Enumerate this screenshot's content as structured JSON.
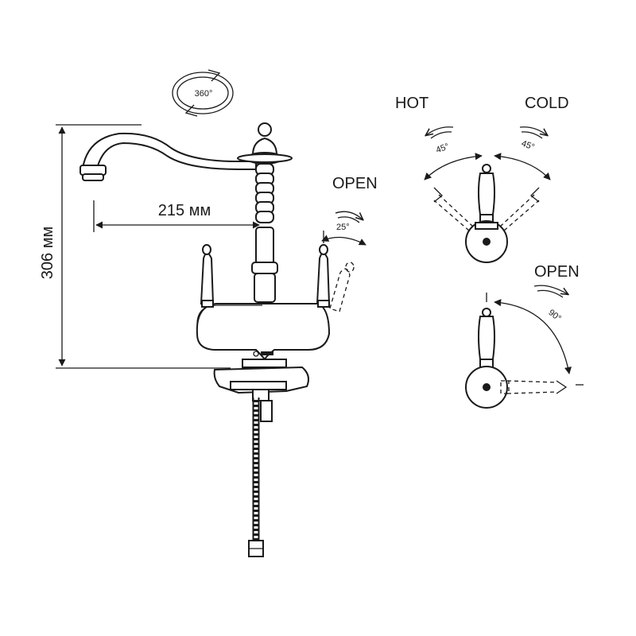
{
  "labels": {
    "rotation": "360°",
    "spout_reach": "215 мм",
    "height": "306 мм",
    "open_side": "OPEN",
    "open_side_angle": "25°",
    "hot": "HOT",
    "cold": "COLD",
    "hot_angle": "45°",
    "cold_angle": "45°",
    "open_top": "OPEN",
    "open_top_angle": "90°"
  },
  "colors": {
    "line": "#1a1a1a",
    "background": "#ffffff"
  },
  "icons": [
    "rotation-arrows-icon",
    "curved-arrow-icon",
    "brand-logo-icon"
  ]
}
